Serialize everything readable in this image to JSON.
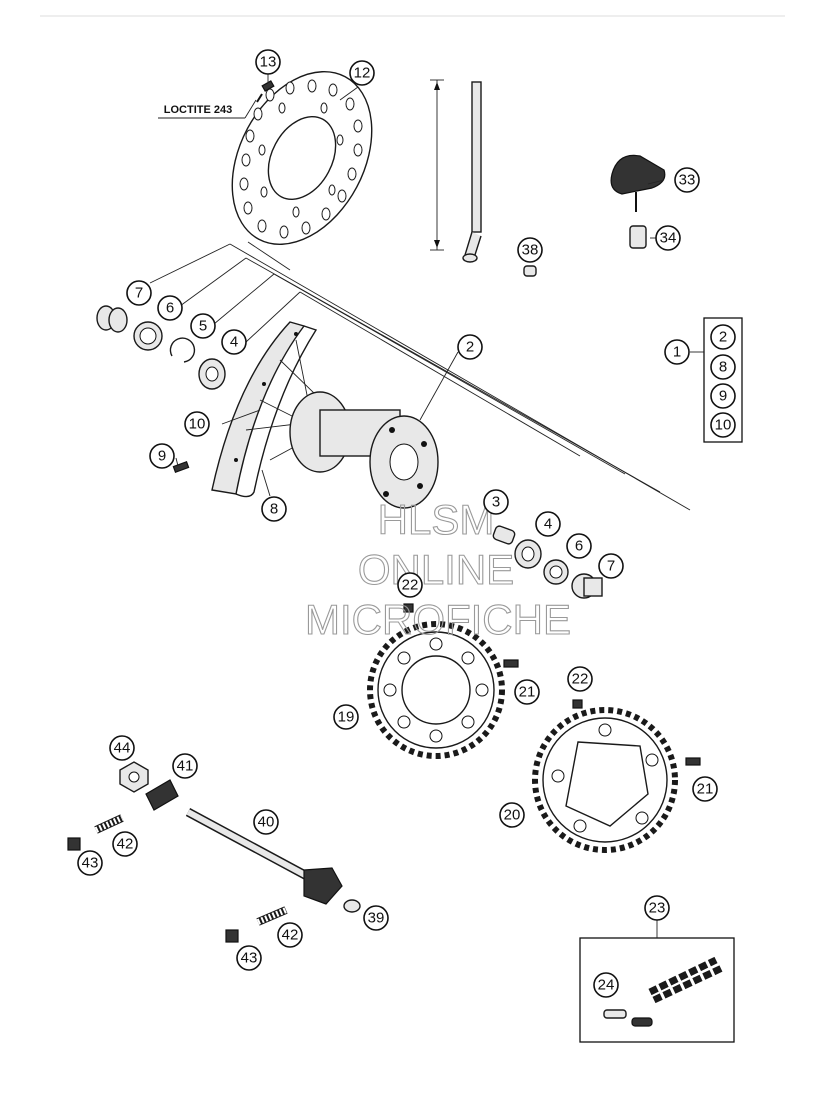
{
  "loctite_label": "LOCTITE 243",
  "watermark": {
    "line1": "HLSM",
    "line2": "ONLINE",
    "line3": "MICROFICHE"
  },
  "callouts": {
    "c13": "13",
    "c12": "12",
    "c33": "33",
    "c34": "34",
    "c38": "38",
    "c7a": "7",
    "c6a": "6",
    "c5": "5",
    "c4a": "4",
    "c2": "2",
    "c10a": "10",
    "c9a": "9",
    "c8a": "8",
    "c1": "1",
    "k2": "2",
    "k8": "8",
    "k9": "9",
    "k10": "10",
    "c3": "3",
    "c4b": "4",
    "c6b": "6",
    "c7b": "7",
    "c22a": "22",
    "c21a": "21",
    "c22b": "22",
    "c19": "19",
    "c20": "20",
    "c21b": "21",
    "c44": "44",
    "c41": "41",
    "c40": "40",
    "c42a": "42",
    "c43a": "43",
    "c39": "39",
    "c42b": "42",
    "c43b": "43",
    "c23": "23",
    "c24": "24"
  }
}
